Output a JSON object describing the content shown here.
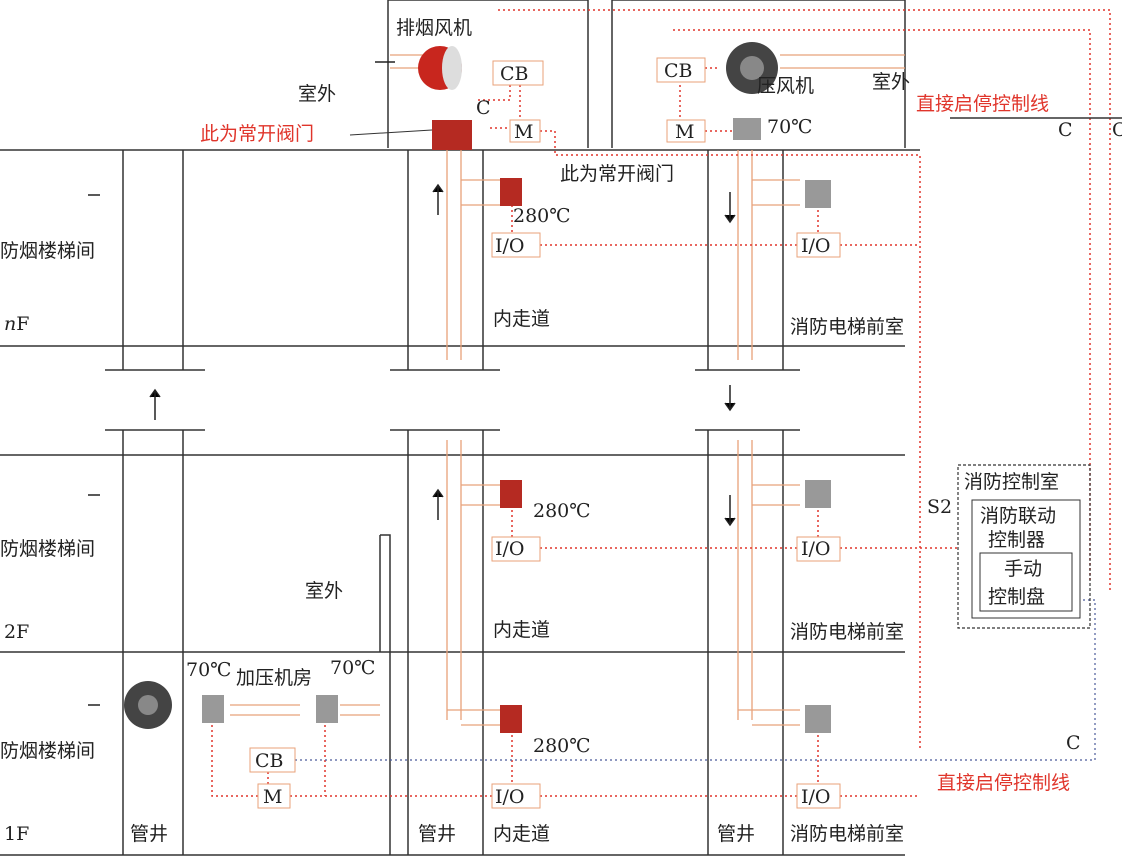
{
  "top": {
    "exhaust_fan_label": "排烟风机",
    "outdoor_left": "室外",
    "normally_open_valve_red": "此为常开阀门",
    "cb_left": "CB",
    "c_left": "C",
    "m_left": "M",
    "cb_right": "CB",
    "pressure_fan_label": "压风机",
    "outdoor_right": "室外",
    "m_right": "M",
    "temp_70_top": "70℃",
    "direct_line_top": "直接启停控制线",
    "c_break_1": "C",
    "c_break_2": "C"
  },
  "floor_n": {
    "normally_open_valve": "此为常开阀门",
    "temp_280": "280℃",
    "io_left": "I/O",
    "io_right": "I/O",
    "stair": "防烟楼梯间",
    "floor_label_n": "n",
    "floor_label_f": "F",
    "corridor": "内走道",
    "elevator_lobby": "消防电梯前室"
  },
  "floor_2": {
    "temp_280": "280℃",
    "io_left": "I/O",
    "io_right": "I/O",
    "stair": "防烟楼梯间",
    "outdoor": "室外",
    "floor_label": "2F",
    "corridor": "内走道",
    "elevator_lobby": "消防电梯前室",
    "s2": "S2"
  },
  "control_room": {
    "title": "消防控制室",
    "controller_line1": "消防联动",
    "controller_line2": "控制器",
    "panel_line1": "手动",
    "panel_line2": "控制盘"
  },
  "floor_1": {
    "temp_70_a": "70℃",
    "pressure_room": "加压机房",
    "temp_70_b": "70℃",
    "cb": "CB",
    "m": "M",
    "temp_280": "280℃",
    "io_left": "I/O",
    "io_right": "I/O",
    "stair": "防烟楼梯间",
    "c_label": "C",
    "direct_line": "直接启停控制线",
    "floor_label": "1F",
    "shaft_1": "管井",
    "shaft_2": "管井",
    "corridor": "内走道",
    "shaft_3": "管井",
    "elevator_lobby": "消防电梯前室"
  },
  "colors": {
    "control_line": "#e0352b",
    "duct": "#e8a27a",
    "fan_red": "#c8261e"
  }
}
